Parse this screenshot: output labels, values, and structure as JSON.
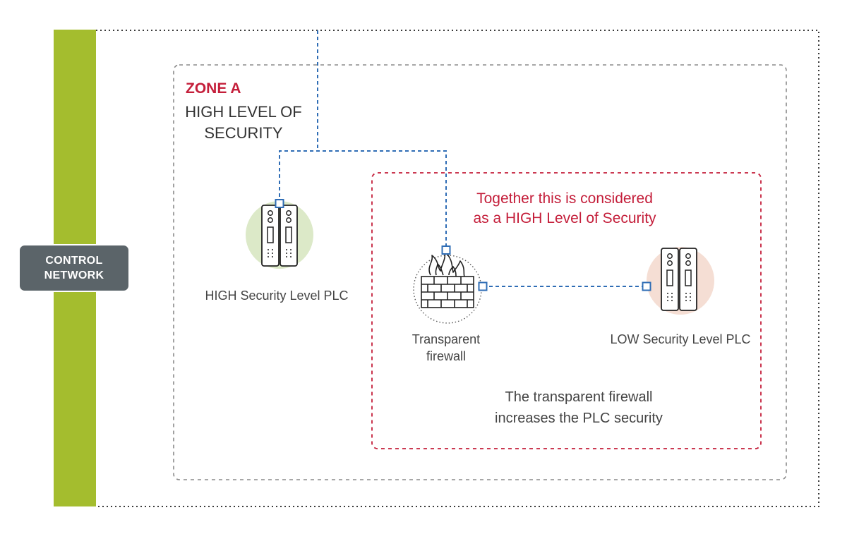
{
  "network": {
    "line1": "CONTROL",
    "line2": "NETWORK"
  },
  "zone": {
    "title": "ZONE A",
    "subtitle_line1": "HIGH LEVEL OF",
    "subtitle_line2": "SECURITY"
  },
  "inner_box": {
    "note_line1": "Together this is considered",
    "note_line2": "as a HIGH Level of Security"
  },
  "devices": {
    "high_plc_label": "HIGH Security Level PLC",
    "firewall_label_line1": "Transparent",
    "firewall_label_line2": "firewall",
    "low_plc_label": "LOW Security Level PLC"
  },
  "footer_note": {
    "line1": "The transparent firewall",
    "line2": "increases the PLC security"
  },
  "colors": {
    "network_green": "#a4bd2e",
    "zone_red": "#c41e3a",
    "link_blue": "#2f6db5",
    "label_bg": "#5b6469",
    "high_circle": "#dce9c8",
    "low_circle": "#f5ded4"
  },
  "icons": [
    "plc-high-icon",
    "firewall-icon",
    "plc-low-icon"
  ]
}
